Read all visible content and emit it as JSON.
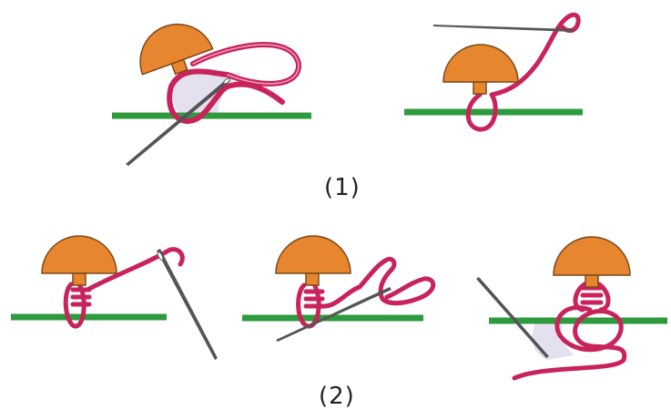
{
  "labels": {
    "step1": "(1)",
    "step2": "(2)"
  },
  "colors": {
    "button": "#e8852f",
    "button_outline": "#7a4a1c",
    "fabric": "#2e9a3e",
    "thread": "#c8235a",
    "thread_highlight": "#f0a0bd",
    "needle": "#555555",
    "shade": "#e4e0ef"
  },
  "icons": {
    "button": "shank-button-icon",
    "needle": "needle-icon",
    "thread": "thread-icon",
    "fabric": "fabric-strip"
  }
}
